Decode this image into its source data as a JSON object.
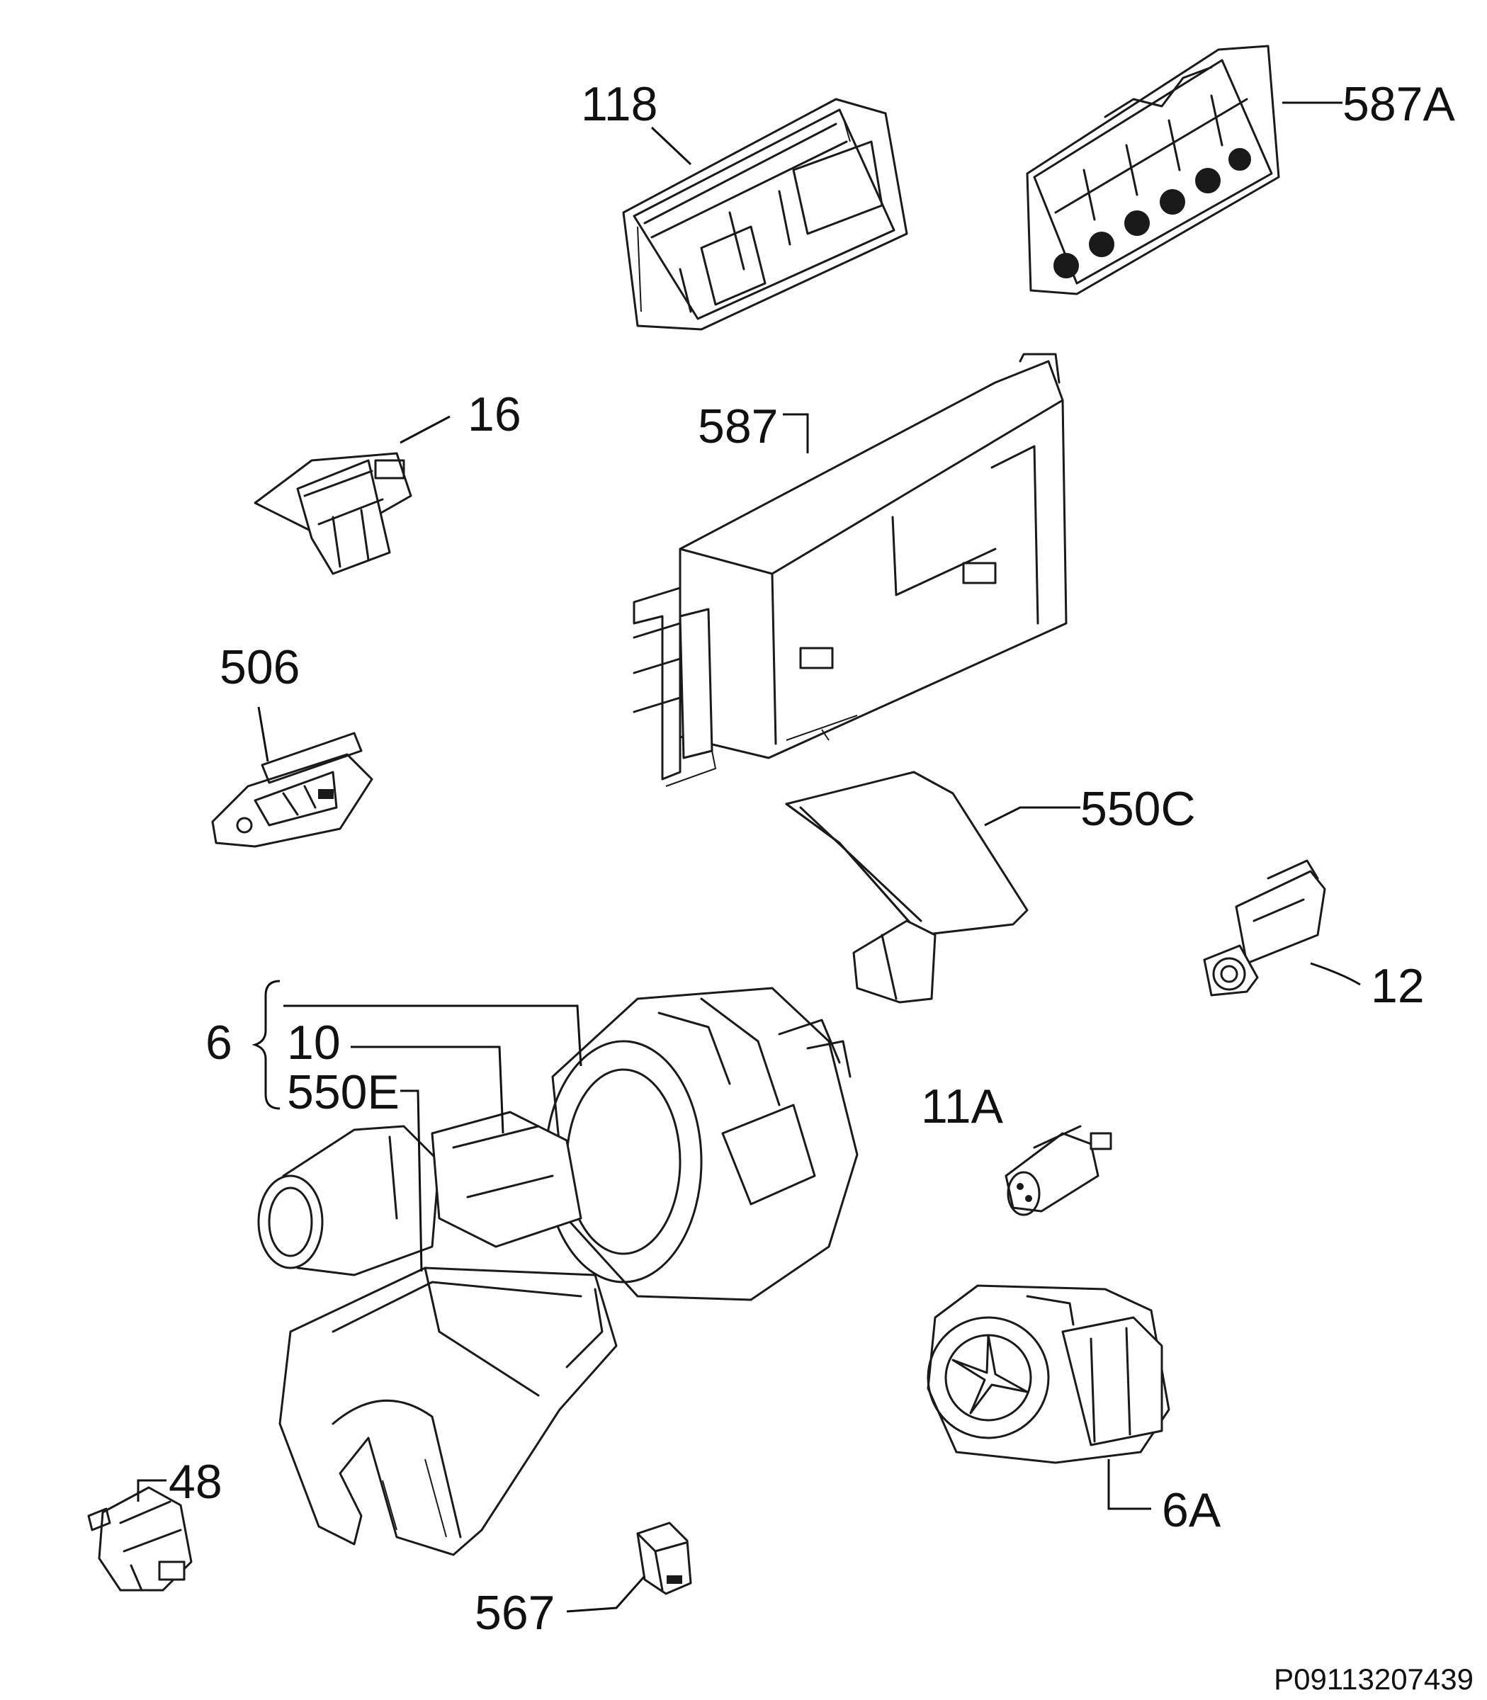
{
  "labels": {
    "p118": "118",
    "p587A": "587A",
    "p16": "16",
    "p587": "587",
    "p506": "506",
    "p550C": "550C",
    "p12": "12",
    "p6": "6",
    "p10": "10",
    "p550E": "550E",
    "p11A": "11A",
    "p48": "48",
    "p6A": "6A",
    "p567": "567"
  },
  "drawing_code": "P09113207439",
  "colors": {
    "line": "#1a1a1a",
    "background": "#ffffff"
  }
}
